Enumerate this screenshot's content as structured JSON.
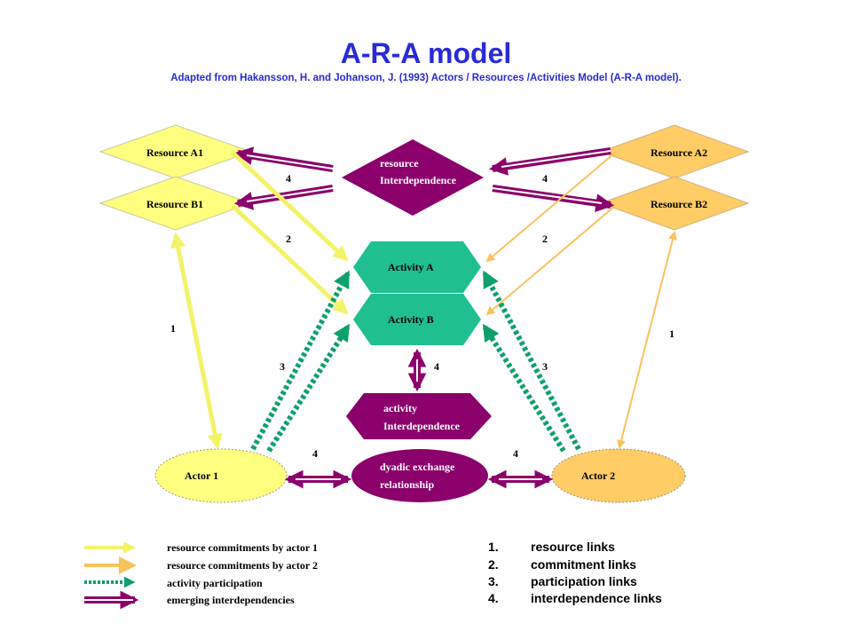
{
  "title": "A-R-A model",
  "subtitle": "Adapted from Hakansson, H. and Johanson, J. (1993) Actors / Resources /Activities Model (A-R-A model).",
  "nodes": {
    "resource_a1": "Resource A1",
    "resource_b1": "Resource B1",
    "resource_a2": "Resource A2",
    "resource_b2": "Resource B2",
    "resource_interdependence": [
      "resource",
      "Interdependence"
    ],
    "activity_a": "Activity A",
    "activity_b": "Activity B",
    "activity_interdependence": [
      "activity",
      "Interdependence"
    ],
    "dyadic": [
      "dyadic exchange",
      "relationship"
    ],
    "actor_1": "Actor 1",
    "actor_2": "Actor 2"
  },
  "link_numbers": {
    "res_left": "4",
    "res_right": "4",
    "commit_left": "2",
    "commit_right": "2",
    "actor1_res": "1",
    "actor2_res": "1",
    "part_left": "3",
    "part_right": "3",
    "act_interdep": "4",
    "dyad_left": "4",
    "dyad_right": "4"
  },
  "legend": [
    {
      "label": "resource commitments  by actor 1",
      "style": "yellow"
    },
    {
      "label": "resource commitments  by actor 2",
      "style": "orange"
    },
    {
      "label": "activity  participation",
      "style": "green-dotted"
    },
    {
      "label": "emerging interdependencies",
      "style": "purple-double"
    }
  ],
  "key": [
    {
      "num": "1.",
      "label": "resource links"
    },
    {
      "num": "2.",
      "label": "commitment links"
    },
    {
      "num": "3.",
      "label": "participation links"
    },
    {
      "num": "4.",
      "label": "interdependence links"
    }
  ],
  "colors": {
    "title": "#2a2ad8",
    "actor1": "#ffff80",
    "actor2": "#ffcc66",
    "activity": "#1fbf8f",
    "interdependence": "#8b006b",
    "participation": "#0fa06a"
  }
}
